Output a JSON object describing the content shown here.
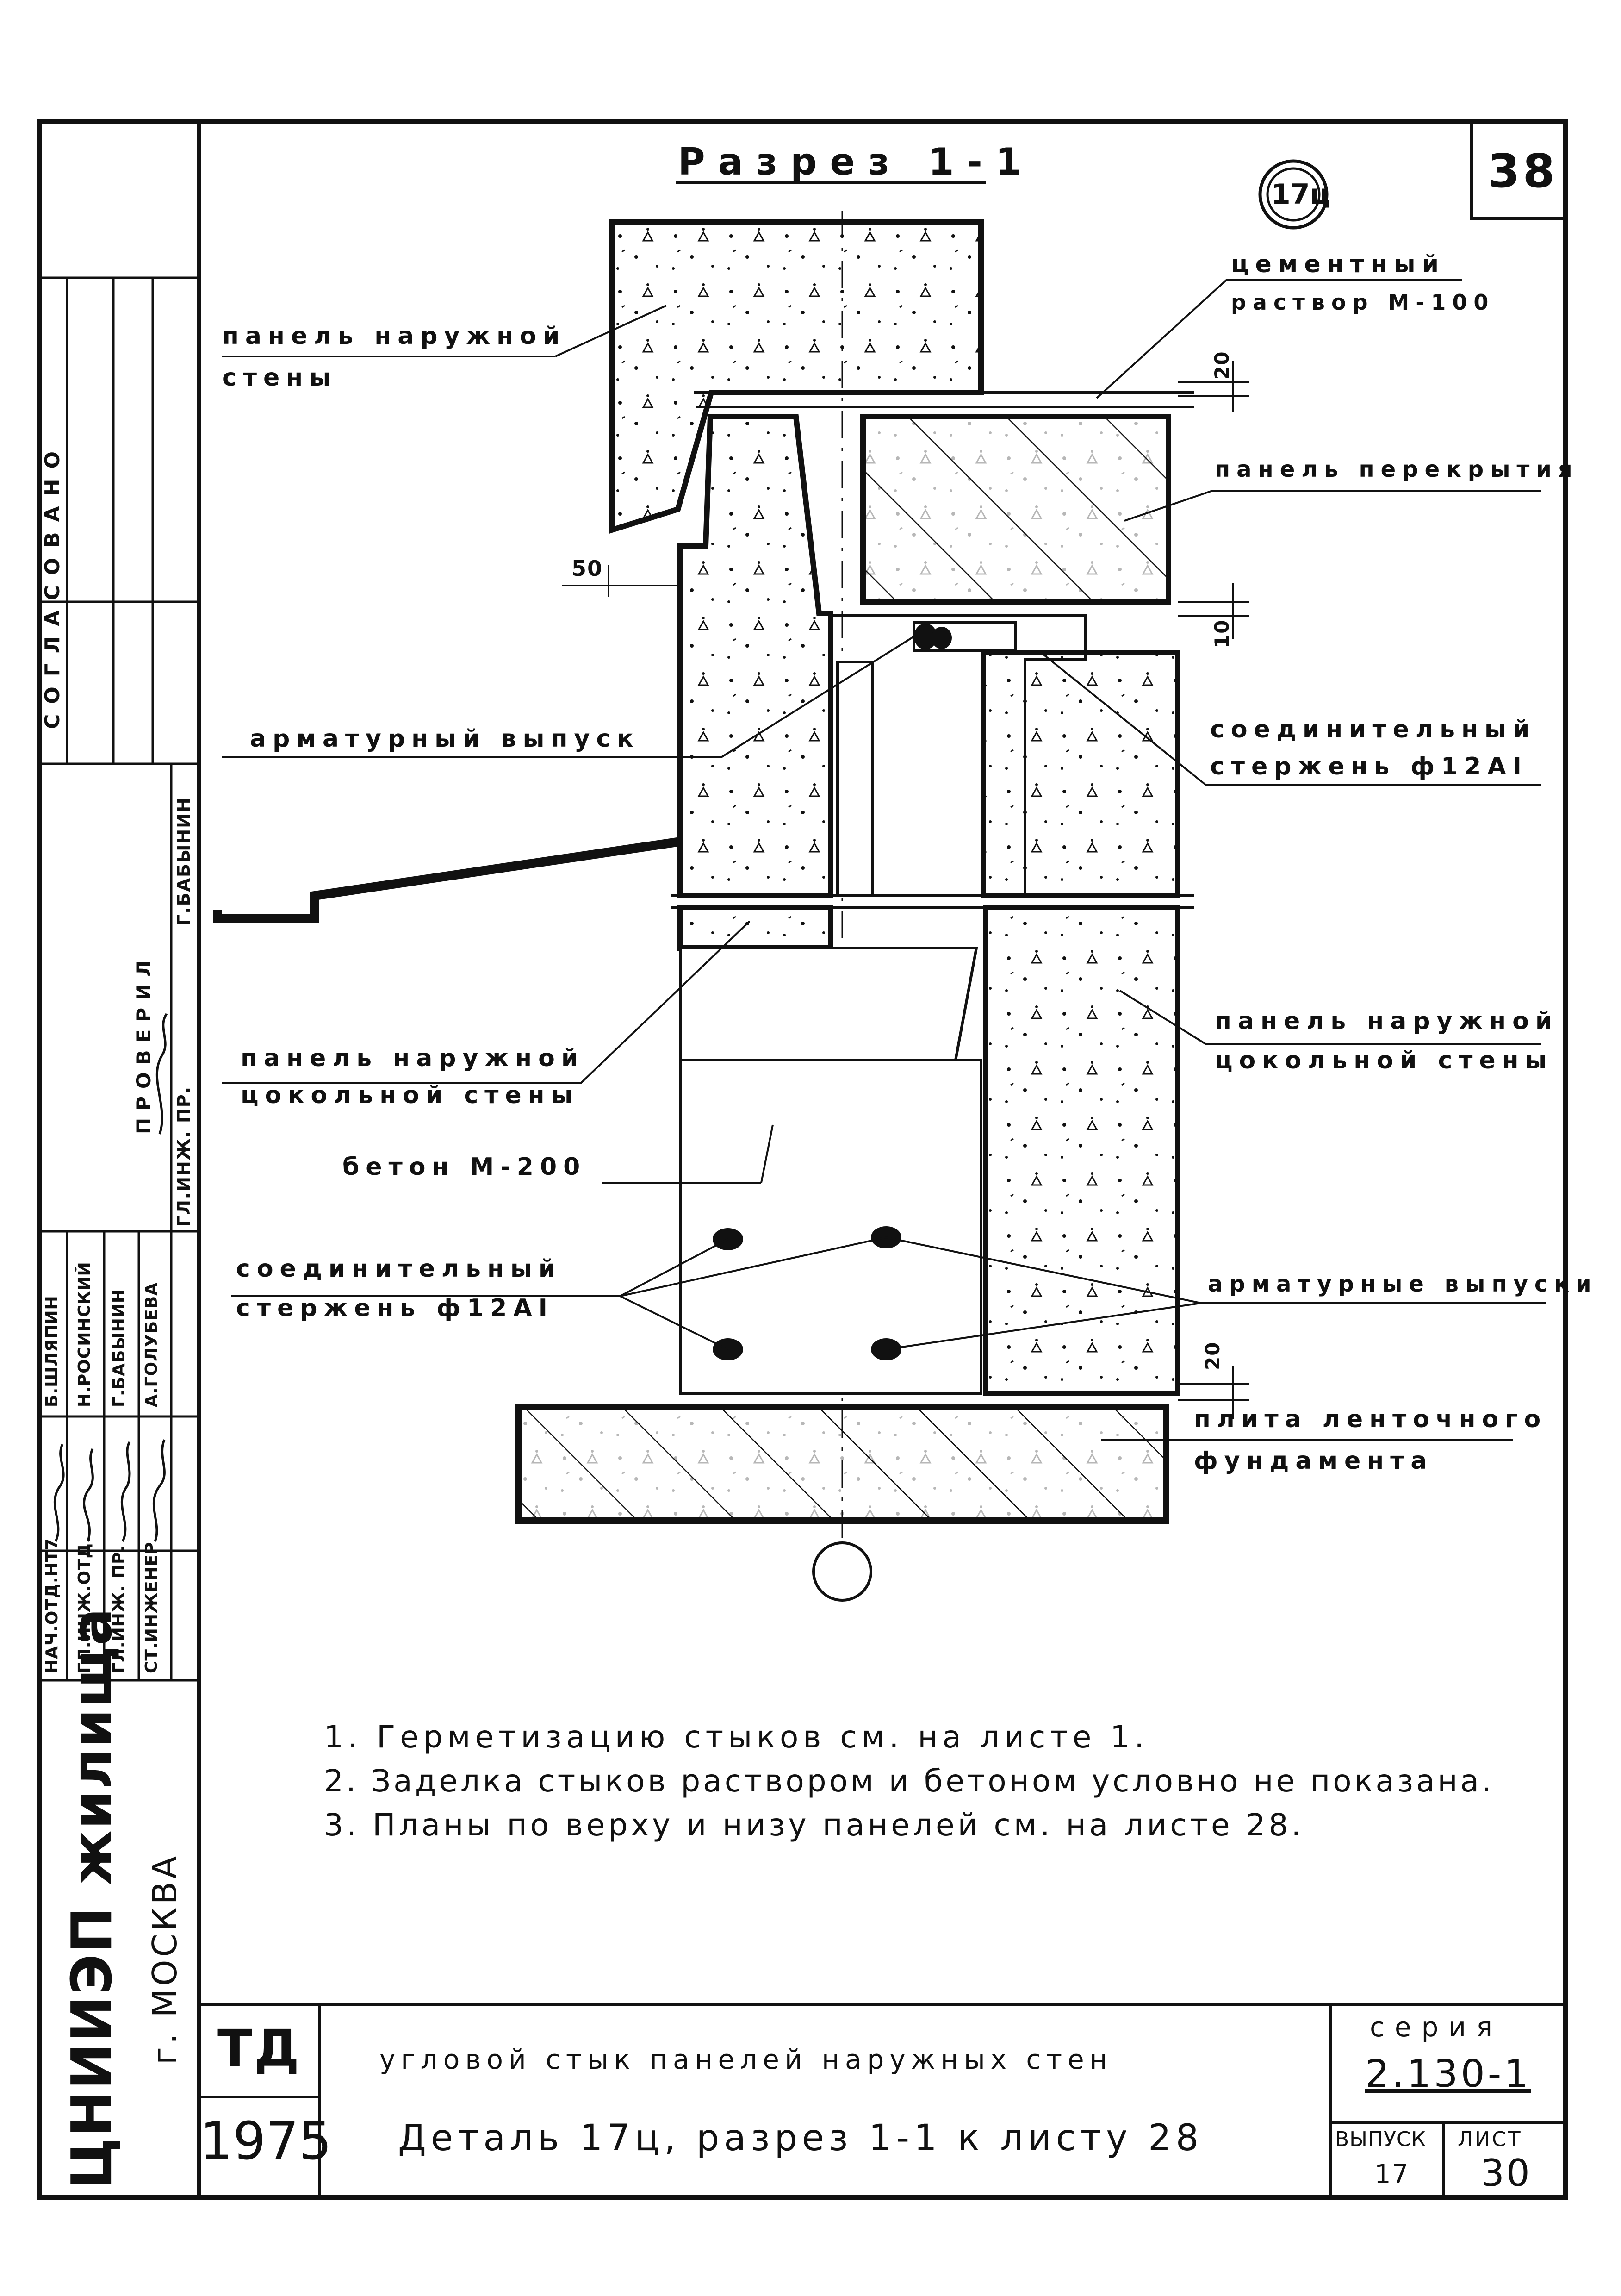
{
  "sheet_number": "38",
  "title": "Разрез 1-1",
  "detail_mark": "17ц",
  "labels": {
    "outer_wall_panel": [
      "панель наружной",
      "стены"
    ],
    "cement_mortar": [
      "цементный",
      "раствор М-100"
    ],
    "floor_panel": "панель перекрытия",
    "rebar_outlet": "арматурный выпуск",
    "connecting_rod_top": [
      "соединительный",
      "стержень ф12АI"
    ],
    "plinth_panel_left": [
      "панель наружной",
      "цокольной стены"
    ],
    "plinth_panel_right": [
      "панель наружной",
      "цокольной стены"
    ],
    "concrete": "бетон М-200",
    "connecting_rod_bottom": [
      "соединительный",
      "стержень ф12АI"
    ],
    "rebar_outlets": "арматурные выпуски",
    "foundation_slab": [
      "плита ленточного",
      "фундамента"
    ]
  },
  "dimensions": {
    "top_gap": "20",
    "left_offset": "50",
    "mid_gap": "10",
    "bottom_gap": "20"
  },
  "notes": [
    "1. Герметизацию стыков см. на листе 1.",
    "2. Заделка стыков раствором и бетоном условно не показана.",
    "3. Планы по верху и низу панелей см. на листе 28."
  ],
  "stamp": {
    "agreed": "СОГЛАСОВАНО",
    "checked": "ПРОВЕРИЛ",
    "checked_role": "ГЛ.ИНЖ. ПР.",
    "checked_name": "Г.БАБЫНИН",
    "roles": [
      "НАЧ.ОТД.НТ7",
      "ГЛ.ИНЖ.ОТД.",
      "ГЛ.ИНЖ. ПР.",
      "СТ.ИНЖЕНЕР"
    ],
    "names": [
      "Б.ШЛЯПИН",
      "Н.РОСИНСКИЙ",
      "Г.БАБЫНИН",
      "А.ГОЛУБЕВА"
    ],
    "org": "ЦНИИЭП жилища",
    "city": "г. МОСКВА"
  },
  "title_block": {
    "td": "ТД",
    "year": "1975",
    "description": "угловой стык панелей наружных стен",
    "detail_title": "Деталь 17ц, разрез 1-1 к листу 28",
    "series_label": "серия",
    "series": "2.130-1",
    "issue_label": "ВЫПУСК",
    "issue": "17",
    "sheet_label": "ЛИСТ",
    "sheet": "30"
  }
}
